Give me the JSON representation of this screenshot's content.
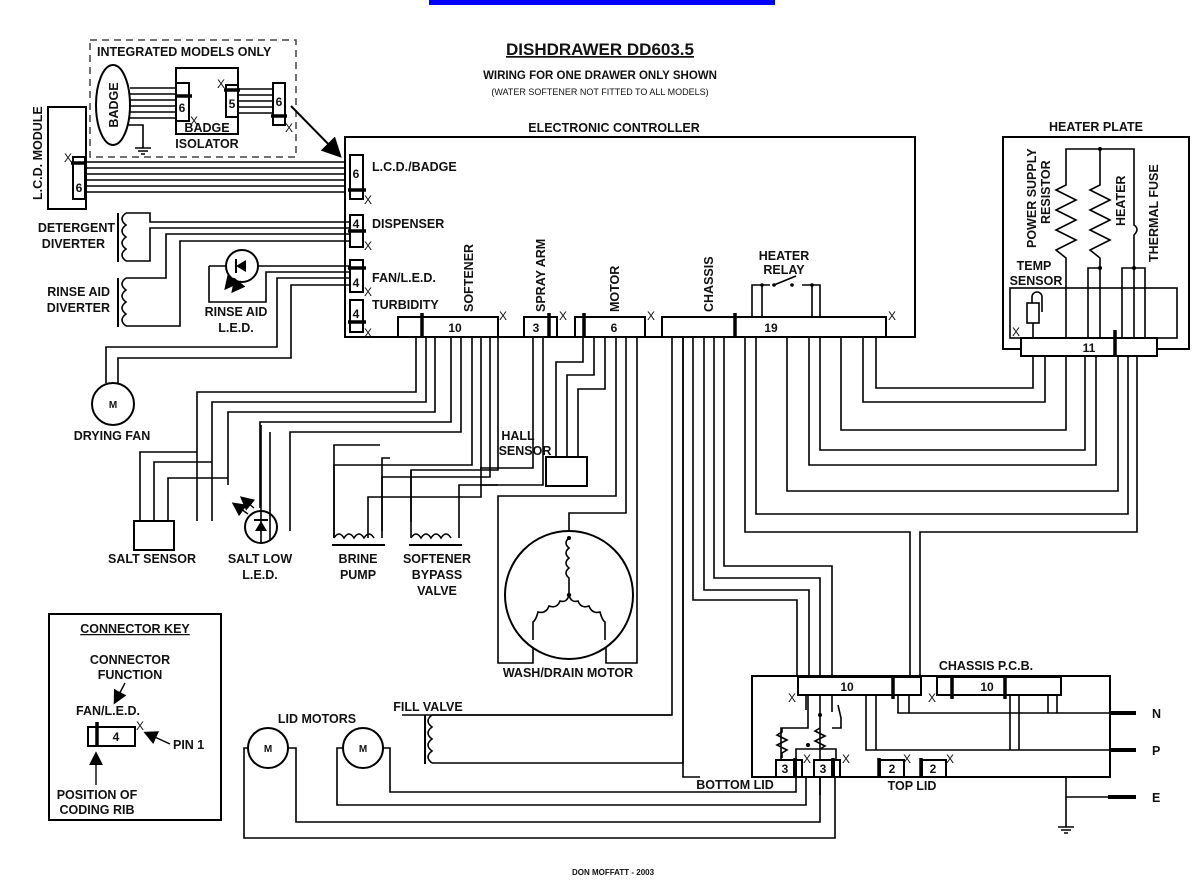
{
  "header": {
    "title": "DISHDRAWER DD603.5",
    "subtitle": "WIRING FOR ONE DRAWER ONLY SHOWN",
    "note": "(WATER SOFTENER NOT FITTED TO ALL MODELS)",
    "accent_bar_color": "#0000ff"
  },
  "integrated": {
    "title": "INTEGRATED MODELS ONLY",
    "badge": "BADGE",
    "isolator_line1": "BADGE",
    "isolator_line2": "ISOLATOR",
    "conn_in": "6",
    "conn_out": "5",
    "conn_cable": "6"
  },
  "lcd_module": {
    "label": "L.C.D. MODULE",
    "conn": "6"
  },
  "controller": {
    "title": "ELECTRONIC CONTROLLER",
    "connectors": {
      "lcd_badge": {
        "label": "L.C.D./BADGE",
        "pins": "6"
      },
      "dispenser": {
        "label": "DISPENSER",
        "pins": "4"
      },
      "fan_led": {
        "label": "FAN/L.E.D.",
        "pins": "4"
      },
      "turbidity": {
        "label": "TURBIDITY",
        "pins": "4"
      },
      "softener": {
        "label": "SOFTENER",
        "pins": "10"
      },
      "spray_arm": {
        "label": "SPRAY ARM",
        "pins": "3"
      },
      "motor": {
        "label": "MOTOR",
        "pins": "6"
      },
      "chassis": {
        "label": "CHASSIS",
        "pins": "19"
      }
    },
    "heater_relay_line1": "HEATER",
    "heater_relay_line2": "RELAY"
  },
  "heater_plate": {
    "title": "HEATER PLATE",
    "psr_line1": "POWER SUPPLY",
    "psr_line2": "RESISTOR",
    "heater": "HEATER",
    "thermal_fuse": "THERMAL FUSE",
    "temp_line1": "TEMP",
    "temp_line2": "SENSOR",
    "conn": "11"
  },
  "components": {
    "detergent_line1": "DETERGENT",
    "detergent_line2": "DIVERTER",
    "rinse_line1": "RINSE AID",
    "rinse_line2": "DIVERTER",
    "rinse_led_line1": "RINSE AID",
    "rinse_led_line2": "L.E.D.",
    "drying_fan": "DRYING FAN",
    "motor_symbol": "M",
    "salt_sensor": "SALT SENSOR",
    "salt_led_line1": "SALT LOW",
    "salt_led_line2": "L.E.D.",
    "brine_line1": "BRINE",
    "brine_line2": "PUMP",
    "bypass_line1": "SOFTENER",
    "bypass_line2": "BYPASS",
    "bypass_line3": "VALVE",
    "hall_line1": "HALL",
    "hall_line2": "SENSOR",
    "wash_motor": "WASH/DRAIN MOTOR",
    "fill_valve": "FILL VALVE",
    "lid_motors": "LID MOTORS"
  },
  "chassis_pcb": {
    "title": "CHASSIS P.C.B.",
    "conn_a": "10",
    "conn_b": "10",
    "bottom_lid": "BOTTOM LID",
    "top_lid": "TOP LID",
    "bottom_pins": "3",
    "top_pins": "2",
    "terminals": [
      "N",
      "P",
      "E"
    ]
  },
  "connector_key": {
    "title": "CONNECTOR KEY",
    "function_line1": "CONNECTOR",
    "function_line2": "FUNCTION",
    "example_label": "FAN/L.E.D.",
    "example_pins": "4",
    "pin1": "PIN 1",
    "rib_line1": "POSITION OF",
    "rib_line2": "CODING RIB"
  },
  "pin_marker": "X",
  "credit": "DON MOFFATT - 2003"
}
